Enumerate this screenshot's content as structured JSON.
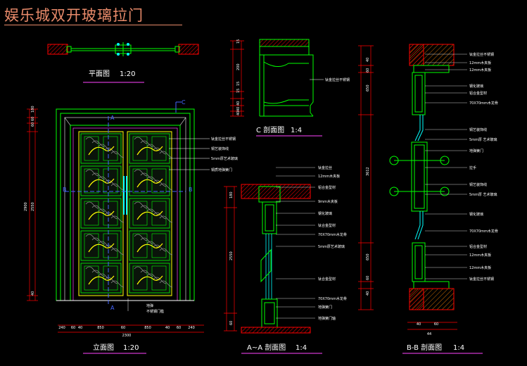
{
  "title": "娱乐城双开玻璃拉门",
  "views": {
    "plan": {
      "name": "平面图",
      "scale": "1:20"
    },
    "elevation": {
      "name": "立面图",
      "scale": "1:20"
    },
    "section_c": {
      "name": "C 剖面图",
      "scale": "1:4"
    },
    "section_aa": {
      "name": "A~A 剖面图",
      "scale": "1:4"
    },
    "section_bb": {
      "name": "B-B 剖面图",
      "scale": "1:4"
    }
  },
  "markers": {
    "a": "A",
    "b": "B",
    "c": "C"
  },
  "elevation_dims": {
    "left": [
      "180",
      "60",
      "60",
      "2550",
      "40"
    ],
    "total_height": "2900",
    "bottom": [
      "240",
      "60",
      "40",
      "850",
      "60",
      "850",
      "40",
      "60",
      "240"
    ],
    "total_width": "2300"
  },
  "elevation_notes": [
    "钛金拉丝不锈钢",
    "铜艺装饰线",
    "5mm厚艺术玻璃",
    "铜质地弹簧门",
    "地弹",
    "不锈钢门槛"
  ],
  "section_c_dims": [
    "15",
    "200",
    "15",
    "15",
    "40",
    "40",
    "40"
  ],
  "section_c_notes": [
    "钛金拉丝不锈钢"
  ],
  "section_aa_dims": [
    "180",
    "2550",
    "60"
  ],
  "section_aa_notes": [
    "钛金拉丝",
    "12mm木夹板",
    "铝合金型材",
    "9mm木夹板",
    "钢化玻璃",
    "钛合金型材",
    "70X70mm木龙骨",
    "5mm厚艺术玻璃",
    "钛合金型材",
    "70X70mm木龙骨",
    "地弹簧门",
    "地弹簧门轴"
  ],
  "section_bb_dims": [
    "40",
    "60",
    "650",
    "3612",
    "650",
    "60",
    "40"
  ],
  "section_bb_bottom": [
    "40",
    "60",
    "44"
  ],
  "section_bb_notes": [
    "钛金拉丝不锈钢",
    "12mm木夹板",
    "12mm木夹板",
    "钢化玻璃",
    "铝合金型材",
    "70X70mm木龙骨",
    "铜艺装饰线",
    "5mm厚 艺术玻璃",
    "地弹簧门",
    "拉手",
    "铜艺装饰线",
    "5mm厚 艺术玻璃",
    "钢化玻璃",
    "70X70mm木龙骨",
    "铝合金型材",
    "12mm木夹板",
    "12mm木夹板",
    "钛金拉丝不锈钢"
  ],
  "colors": {
    "outline": "#00ff00",
    "dim": "#ff0000",
    "text": "#ffffff",
    "magenta": "#ff44ff",
    "blue": "#4466ff",
    "yellow": "#ffff00",
    "cyan": "#00ffff",
    "title": "#e88a6a"
  }
}
